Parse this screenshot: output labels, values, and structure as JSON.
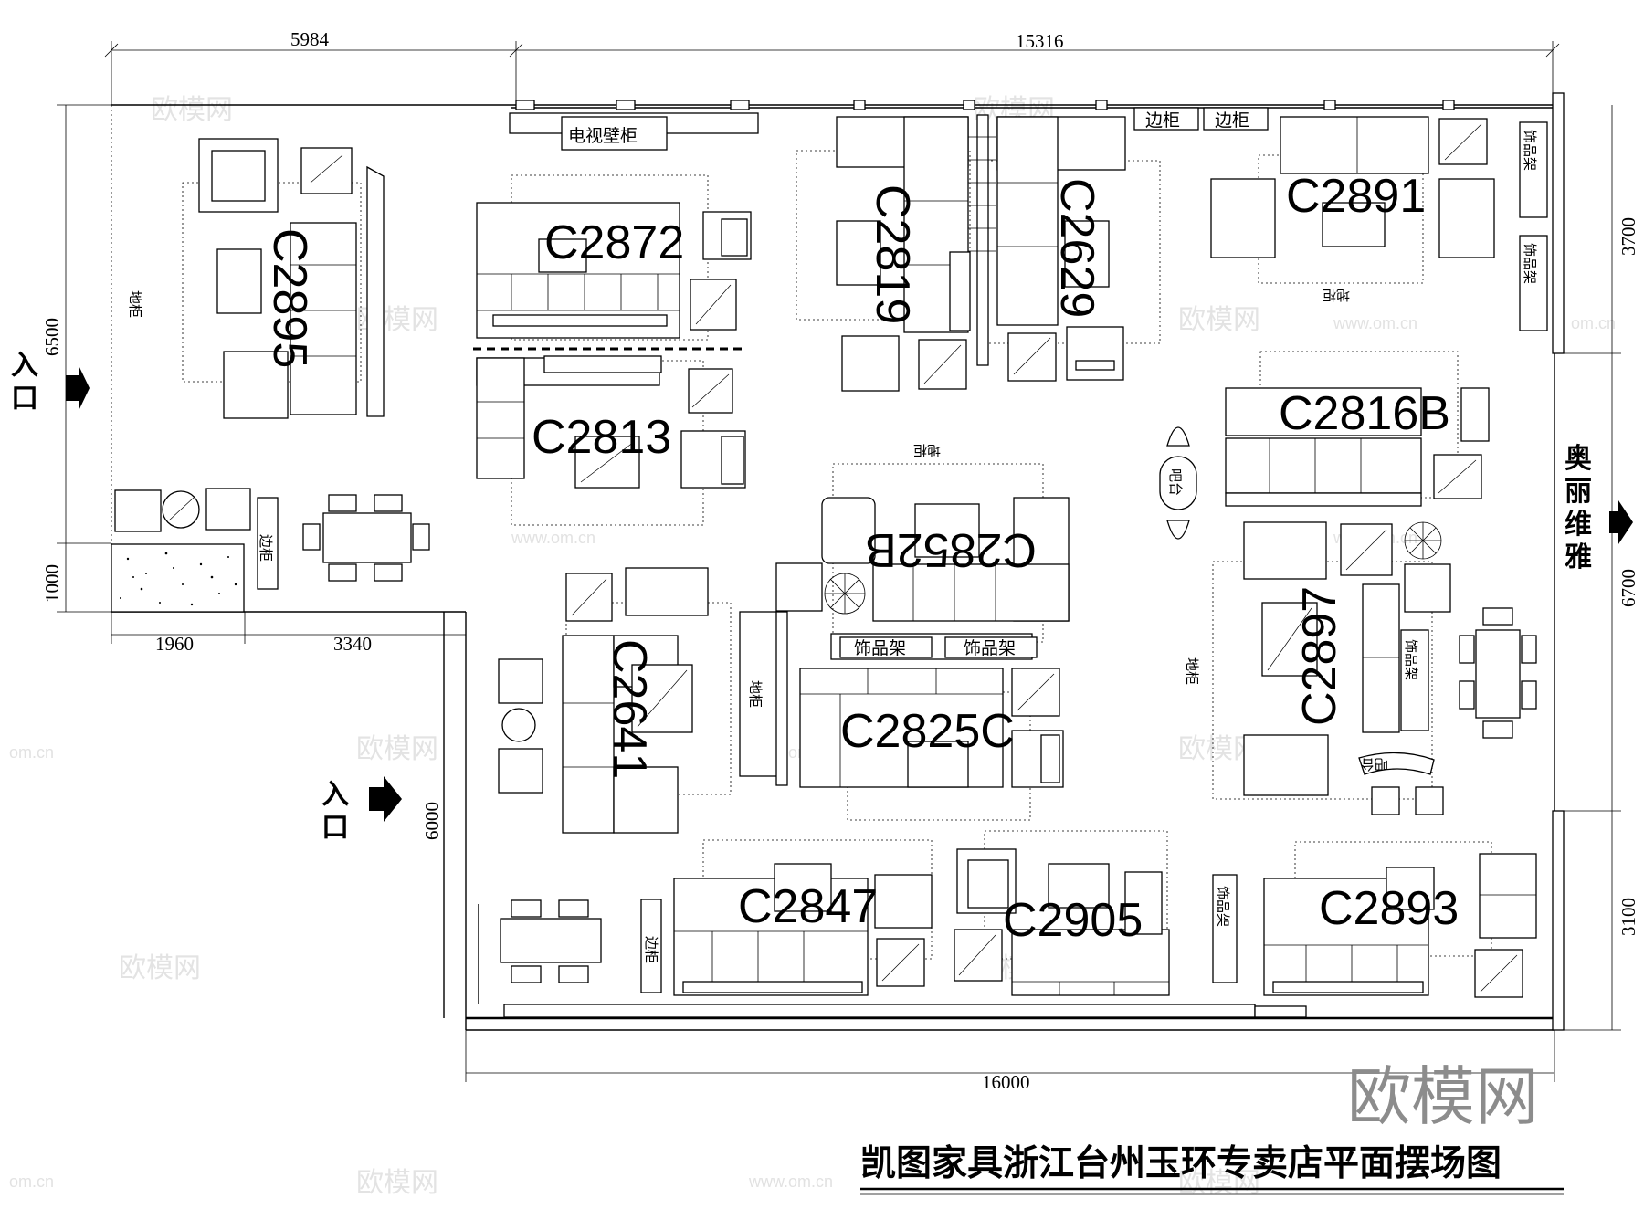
{
  "title": "凯图家具浙江台州玉环专卖店平面摆场图",
  "logo": "欧模网",
  "watermarks": {
    "brand": "欧模网",
    "site": "www.om.cn",
    "site_short": "om.cn"
  },
  "entrances": {
    "left_upper": "入口",
    "left_lower": "入口",
    "right_neighbor": "奥丽维雅"
  },
  "dimensions": {
    "top_left": "5984",
    "top_right": "15316",
    "left_upper": "6500",
    "left_lower": "1000",
    "bottom_left_a": "1960",
    "bottom_left_b": "3340",
    "inner_left": "6000",
    "right_upper": "3700",
    "right_middle": "6700",
    "right_lower": "3100",
    "bottom": "16000"
  },
  "models": {
    "c2895": "C2895",
    "c2872": "C2872",
    "c2819": "C2819",
    "c2629": "C2629",
    "c2891": "C2891",
    "c2813": "C2813",
    "c2816b": "C2816B",
    "c2852b": "C2852B",
    "c2641": "C2641",
    "c2825c": "C2825C",
    "c2897": "C2897",
    "c2847": "C2847",
    "c2905": "C2905",
    "c2893": "C2893"
  },
  "labels": {
    "tv_cabinet": "电视壁柜",
    "side_cabinet": "边柜",
    "floor_cabinet": "地柜",
    "shelf": "饰品架",
    "bar": "吧台"
  }
}
